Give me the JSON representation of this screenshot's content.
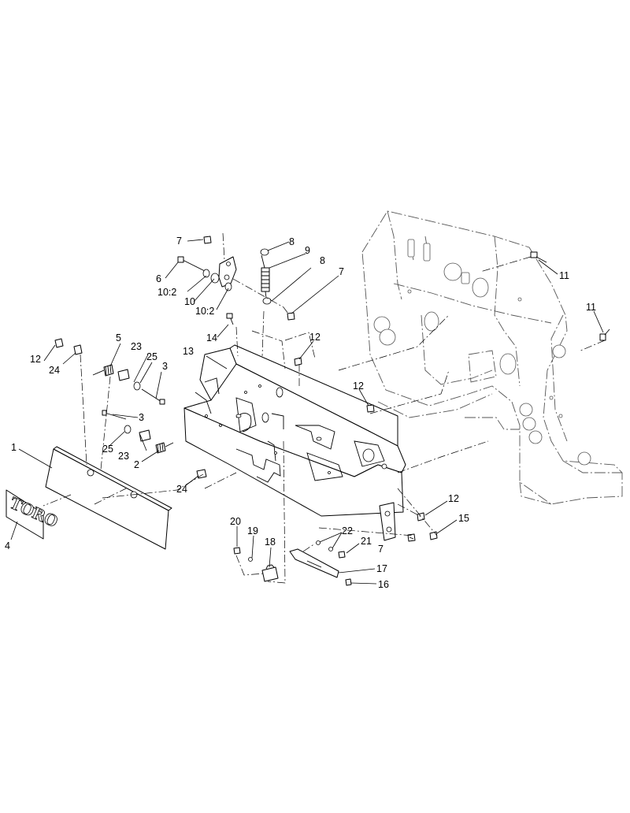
{
  "callouts": [
    {
      "id": "c1",
      "label": "1"
    },
    {
      "id": "c2",
      "label": "2"
    },
    {
      "id": "c3a",
      "label": "3"
    },
    {
      "id": "c3b",
      "label": "3"
    },
    {
      "id": "c4",
      "label": "4"
    },
    {
      "id": "c5",
      "label": "5"
    },
    {
      "id": "c6",
      "label": "6"
    },
    {
      "id": "c7a",
      "label": "7"
    },
    {
      "id": "c7b",
      "label": "7"
    },
    {
      "id": "c7c",
      "label": "7"
    },
    {
      "id": "c8a",
      "label": "8"
    },
    {
      "id": "c8b",
      "label": "8"
    },
    {
      "id": "c9",
      "label": "9"
    },
    {
      "id": "c10",
      "label": "10"
    },
    {
      "id": "c10_2a",
      "label": "10:2"
    },
    {
      "id": "c10_2b",
      "label": "10:2"
    },
    {
      "id": "c11a",
      "label": "11"
    },
    {
      "id": "c11b",
      "label": "11"
    },
    {
      "id": "c12a",
      "label": "12"
    },
    {
      "id": "c12b",
      "label": "12"
    },
    {
      "id": "c12c",
      "label": "12"
    },
    {
      "id": "c12d",
      "label": "12"
    },
    {
      "id": "c13",
      "label": "13"
    },
    {
      "id": "c14",
      "label": "14"
    },
    {
      "id": "c15",
      "label": "15"
    },
    {
      "id": "c16",
      "label": "16"
    },
    {
      "id": "c17",
      "label": "17"
    },
    {
      "id": "c18",
      "label": "18"
    },
    {
      "id": "c19",
      "label": "19"
    },
    {
      "id": "c20",
      "label": "20"
    },
    {
      "id": "c21",
      "label": "21"
    },
    {
      "id": "c22",
      "label": "22"
    },
    {
      "id": "c23a",
      "label": "23"
    },
    {
      "id": "c23b",
      "label": "23"
    },
    {
      "id": "c24a",
      "label": "24"
    },
    {
      "id": "c24b",
      "label": "24"
    },
    {
      "id": "c25a",
      "label": "25"
    },
    {
      "id": "c25b",
      "label": "25"
    }
  ],
  "decal_text": "TORO"
}
